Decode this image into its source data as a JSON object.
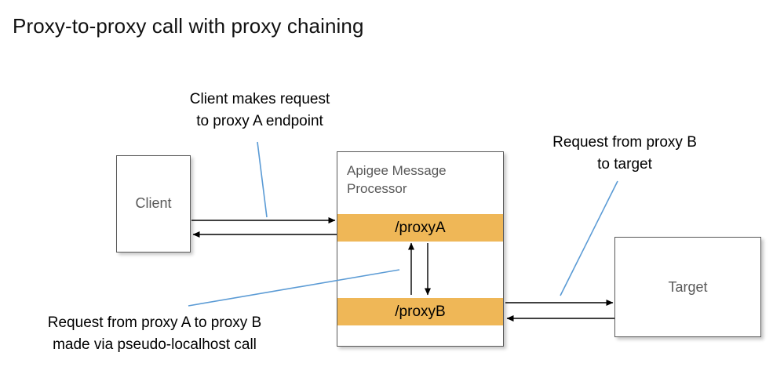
{
  "page": {
    "title": "Proxy-to-proxy call with proxy chaining",
    "background_color": "#ffffff"
  },
  "colors": {
    "proxy_band": "#EFB757",
    "box_border": "#595959",
    "box_label_text": "#595959",
    "annotation_text": "#000000",
    "leader_line": "#5B9BD5",
    "arrow": "#000000"
  },
  "diagram": {
    "nodes": {
      "client": {
        "label": "Client"
      },
      "message_processor": {
        "label": "Apigee Message Processor",
        "bands": [
          {
            "label": "/proxyA"
          },
          {
            "label": "/proxyB"
          }
        ]
      },
      "target": {
        "label": "Target"
      }
    },
    "annotations": {
      "client_request": "Client makes request\nto proxy A endpoint",
      "target_request": "Request from proxy B\nto target",
      "chaining_call": "Request from proxy A to proxy B\nmade via pseudo-localhost call"
    },
    "flows": [
      {
        "name": "client-to-proxya-request",
        "direction": "right"
      },
      {
        "name": "proxya-to-client-response",
        "direction": "left"
      },
      {
        "name": "proxya-to-proxyb-call",
        "direction": "down"
      },
      {
        "name": "proxyb-to-proxya-response",
        "direction": "up"
      },
      {
        "name": "proxyb-to-target-request",
        "direction": "right"
      },
      {
        "name": "target-to-proxyb-response",
        "direction": "left"
      }
    ]
  }
}
